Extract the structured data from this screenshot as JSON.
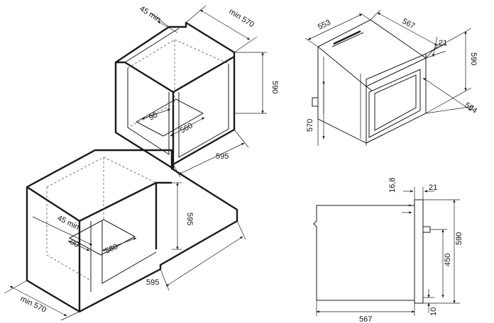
{
  "colors": {
    "line": "#1a1a1a",
    "background": "#ffffff"
  },
  "upper_niche": {
    "depth": "min 570",
    "gap": "45 min",
    "height": "590",
    "width": "595",
    "slot_depth": "90",
    "slot_width": "560"
  },
  "lower_niche": {
    "depth": "min 570",
    "gap": "45 min",
    "height": "595",
    "width": "595",
    "slot_depth": "90",
    "slot_width": "560"
  },
  "oven_3d": {
    "body_width": "553",
    "body_depth": "567",
    "door_thickness": "21",
    "height": "590",
    "width": "594",
    "body_height": "570"
  },
  "oven_side": {
    "panel": "16,8",
    "door": "21",
    "height": "590",
    "opening": "450",
    "bottom_gap": "10",
    "depth": "567"
  }
}
